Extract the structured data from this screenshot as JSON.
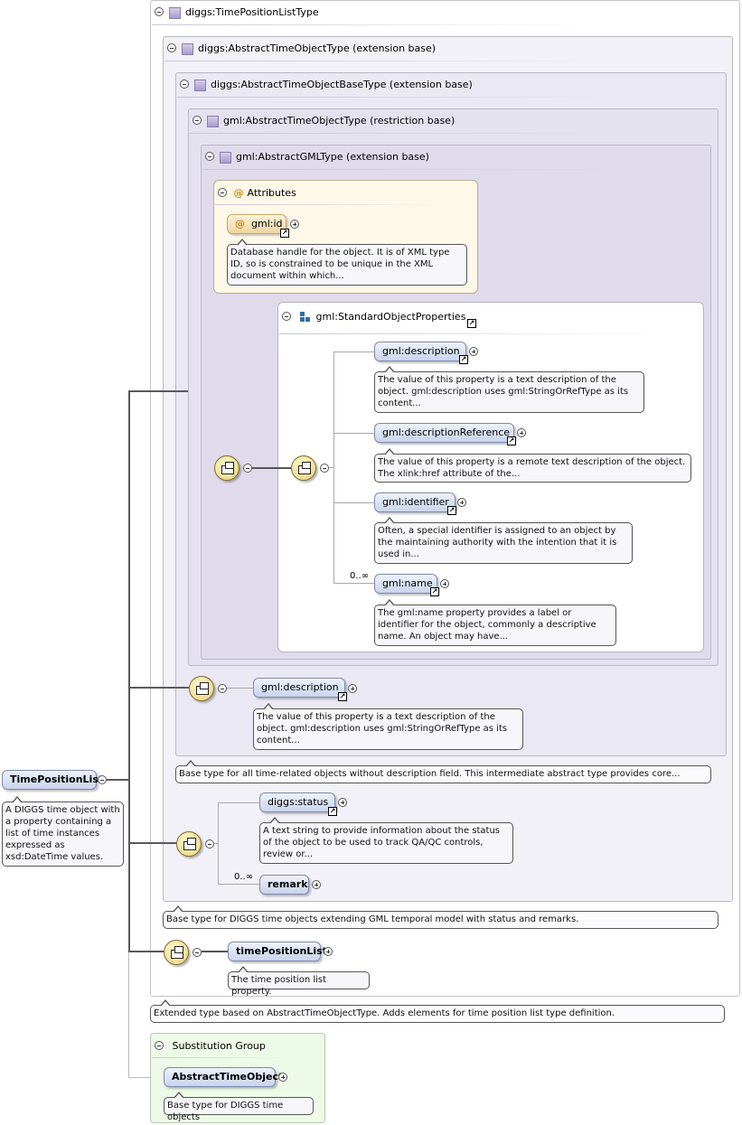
{
  "type_root": {
    "title": "diggs:TimePositionListType"
  },
  "ext_abstract_time_object": {
    "title": "diggs:AbstractTimeObjectType (extension base)"
  },
  "ext_abstract_time_object_base": {
    "title": "diggs:AbstractTimeObjectBaseType (extension base)"
  },
  "restr_gml_abstract_time_object": {
    "title": "gml:AbstractTimeObjectType (restriction base)"
  },
  "ext_gml_abstract_gml": {
    "title": "gml:AbstractGMLType (extension base)"
  },
  "attributes": {
    "title": "Attributes",
    "at_symbol": "@",
    "gml_id": {
      "label": "gml:id",
      "doc": "Database handle for the object. It is of XML type ID, so is constrained to be unique in the XML document within which..."
    }
  },
  "standard_object_properties": {
    "title": "gml:StandardObjectProperties",
    "items": [
      {
        "label": "gml:description",
        "doc": "The value of this property is a text description of the object. gml:description uses gml:StringOrRefType as its content..."
      },
      {
        "label": "gml:descriptionReference",
        "doc": "The value of this property is a remote text description of the object. The xlink:href attribute of the..."
      },
      {
        "label": "gml:identifier",
        "doc": "Often, a special identifier is assigned to an object by the maintaining authority with the intention that it is used in..."
      },
      {
        "label": "gml:name",
        "doc": "The gml:name property provides a label or identifier for the object, commonly a descriptive name. An object may have...",
        "occurs": "0..∞"
      }
    ]
  },
  "base_description": {
    "label": "gml:description",
    "doc": "The value of this property is a text description of the object. gml:description uses gml:StringOrRefType as its content..."
  },
  "base_type_doc": "Base type for all time-related objects without description field. This intermediate abstract type provides core...",
  "diggs_status": {
    "label": "diggs:status",
    "doc": "A text string to provide information about the status of the object to be used to track QA/QC controls, review or..."
  },
  "remark": {
    "label": "remark",
    "occurs": "0..∞"
  },
  "diggs_time_doc": "Base type for DIGGS time objects extending GML temporal model with status and remarks.",
  "time_position_list": {
    "label": "timePositionList",
    "doc": "The time position list property."
  },
  "extended_doc": "Extended type based on AbstractTimeObjectType. Adds elements for time position list type definition.",
  "root_element": {
    "label": "TimePositionList",
    "doc": "A DIGGS time object with a property containing a list of time instances expressed as xsd:DateTime values."
  },
  "substitution_group": {
    "title": "Substitution Group",
    "label": "AbstractTimeObject",
    "doc": "Base type for DIGGS time objects"
  },
  "icons": {
    "link": "↗",
    "collapse": "minus-circle",
    "expand": "plus-circle"
  }
}
